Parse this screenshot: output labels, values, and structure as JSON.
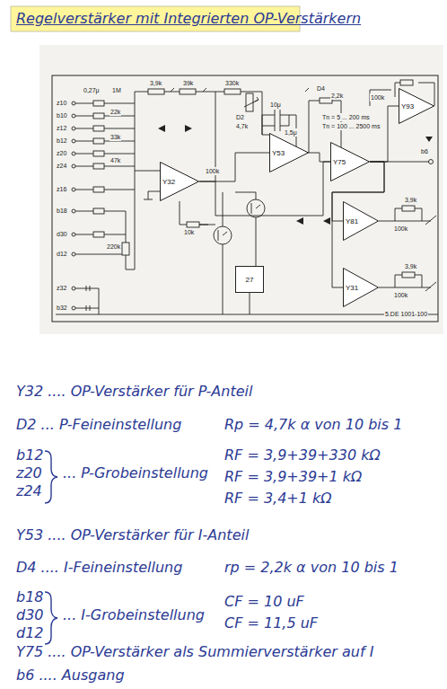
{
  "diagram": {
    "title": "Regelverstärker mit Integrierten OP-Verstärkern",
    "nodes": [
      {
        "text": [
          "Y32"
        ]
      },
      {
        "text": [
          "Y53"
        ]
      },
      {
        "text": [
          "Y75"
        ]
      },
      {
        "text": [
          "Y93"
        ]
      },
      {
        "text": [
          "Y81"
        ]
      },
      {
        "text": [
          "Y31"
        ]
      },
      {
        "text": [
          "27"
        ]
      }
    ],
    "edges": [
      {
        "from": 0,
        "to": 1,
        "arrow": "none"
      },
      {
        "from": 1,
        "to": 2,
        "arrow": "none"
      },
      {
        "from": 0,
        "to": 2,
        "arrow": "none"
      },
      {
        "from": 2,
        "to": 4,
        "arrow": "none"
      },
      {
        "from": 2,
        "to": 5,
        "arrow": "none"
      },
      {
        "from": 2,
        "to": 3,
        "arrow": "none"
      }
    ],
    "labels": [
      "z10",
      "b10",
      "z12",
      "b12",
      "z20",
      "z24",
      "z16",
      "b18",
      "d30",
      "d12",
      "z32",
      "b32",
      "0,27μ",
      "1M",
      "22k",
      "33k",
      "47k",
      "3,9k",
      "39k",
      "330k",
      "D2",
      "4,7k",
      "10μ",
      "1,5μ",
      "D4",
      "2,2k",
      "Tn = 5 ... 200 ms",
      "Tn = 100 ... 2500 ms",
      "100k",
      "100k",
      "100k",
      "100k",
      "3,9k",
      "3,9k",
      "b6",
      "5.DE 1001-100",
      "10k",
      "220k",
      "Y32 .... OP-Verstärker für P-Anteil",
      "D2 ... P-Feineinstellung",
      "Rp = 4,7k α von 10 bis 1",
      "b12",
      "z20",
      "z24",
      "... P-Grobeinstellung",
      "RF = 3,9+39+330 kΩ",
      "RF = 3,9+39+1 kΩ",
      "RF = 3,4+1 kΩ",
      "Y53 .... OP-Verstärker für I-Anteil",
      "D4 .... I-Feineinstellung",
      "rp = 2,2k α von 10 bis 1",
      "b18",
      "d30",
      "d12",
      "... I-Grobeinstellung",
      "CF = 10 uF",
      "CF = 11,5 uF",
      "Y75 .... OP-Verstärker als Summierverstärker auf I",
      "b6 .... Ausgang"
    ]
  }
}
